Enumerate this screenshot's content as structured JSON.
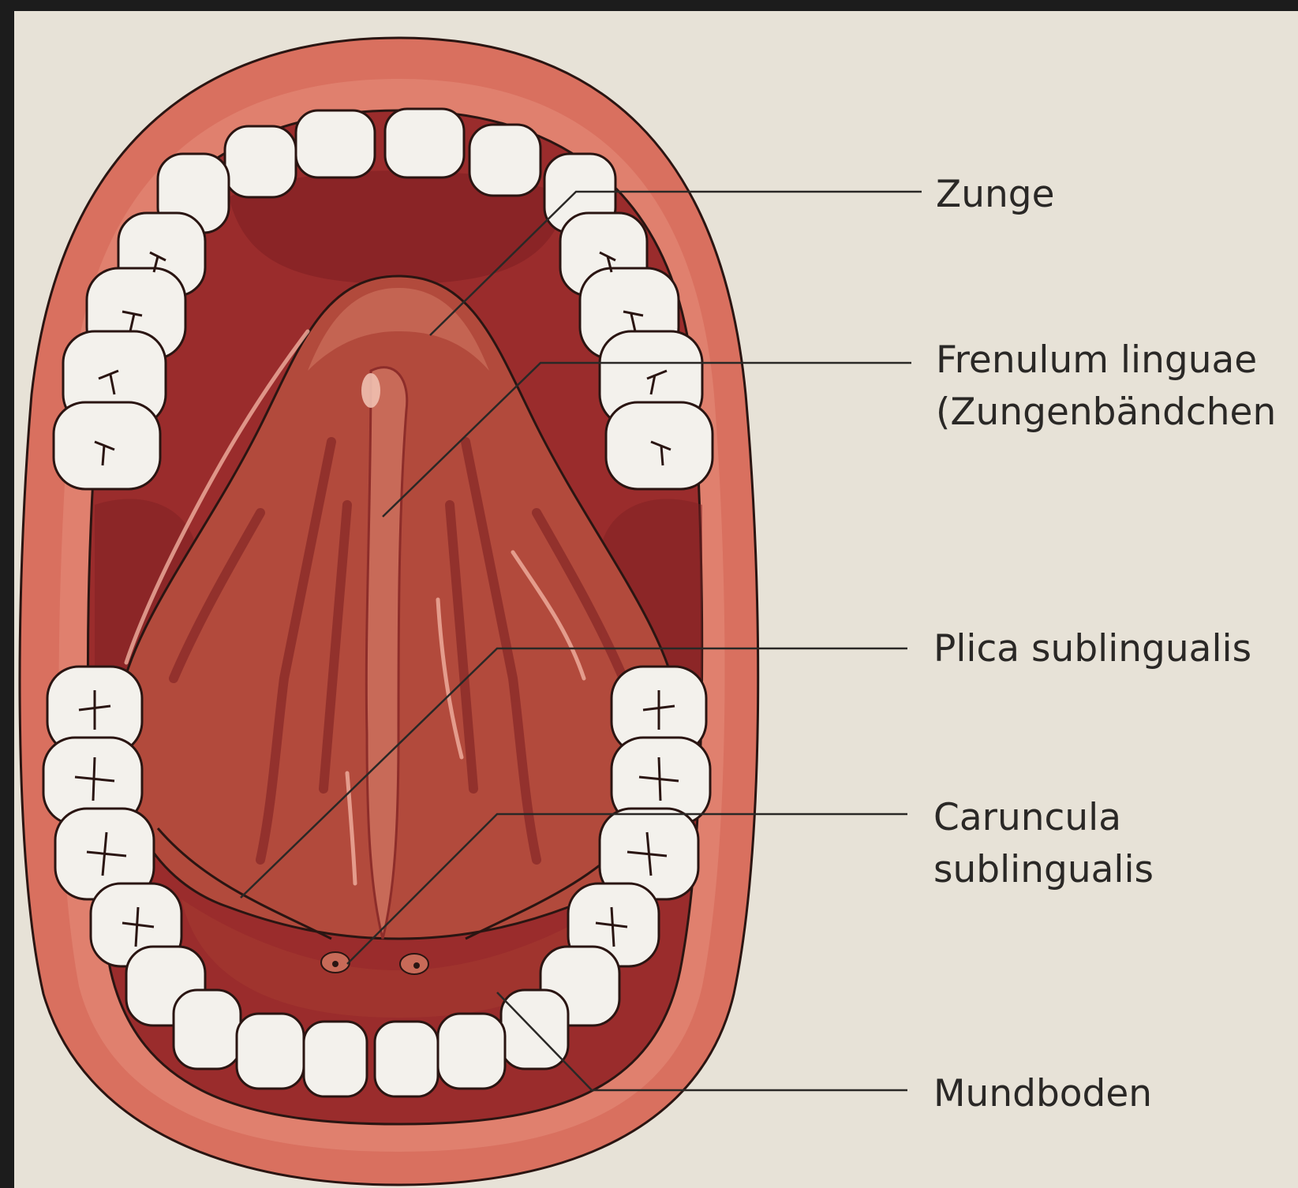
{
  "labels": {
    "zunge": "Zunge",
    "frenulum_line1": "Frenulum linguae",
    "frenulum_line2": "(Zungenbändchen",
    "plica": "Plica sublingualis",
    "caruncula_line1": "Caruncula",
    "caruncula_line2": "sublingualis",
    "mundboden": "Mundboden"
  },
  "colors": {
    "frame": "#1c1c1c",
    "paper": "#e7e2d7",
    "lip": "#d9705f",
    "lip_light": "#e48a78",
    "mouth_cavity": "#9a2c2c",
    "cavity_dark": "#7e1f22",
    "tongue": "#b24a3c",
    "tongue_light": "#c86a58",
    "vein": "#8d2d2a",
    "tooth": "#f3f1ec",
    "tooth_shade": "#cfccc4",
    "outline": "#2a1512"
  }
}
